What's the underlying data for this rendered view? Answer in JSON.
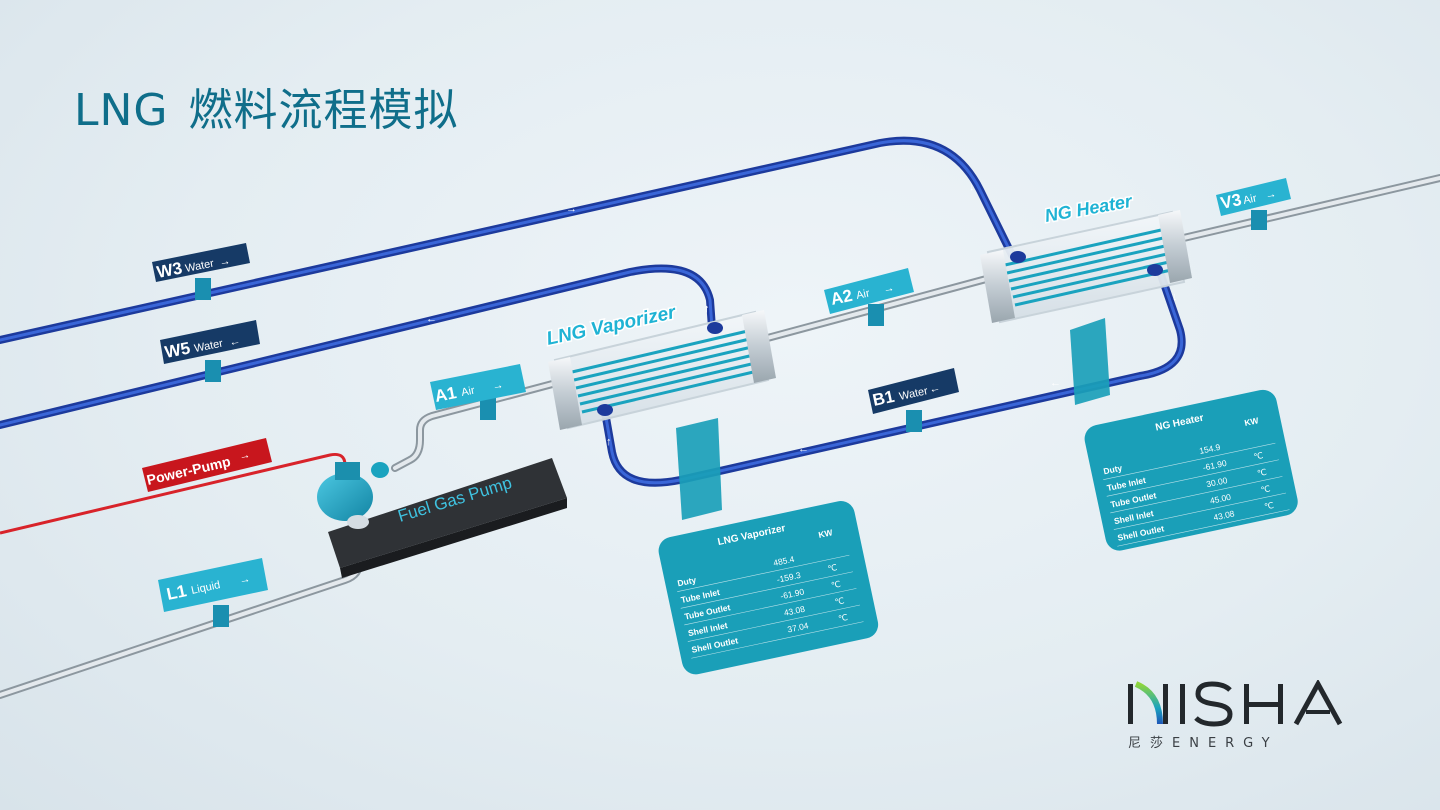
{
  "title": {
    "main": "LNG",
    "sub": "燃料流程模拟"
  },
  "equipment": {
    "vaporizer": "LNG Vaporizer",
    "heater": "NG Heater",
    "pump": "Fuel Gas Pump"
  },
  "tags": {
    "w3": {
      "code": "W3",
      "medium": "Water",
      "arrow": "→"
    },
    "w5": {
      "code": "W5",
      "medium": "Water",
      "arrow": "←"
    },
    "a1": {
      "code": "A1",
      "medium": "Air",
      "arrow": "→"
    },
    "a2": {
      "code": "A2",
      "medium": "Air",
      "arrow": "→"
    },
    "v3": {
      "code": "V3",
      "medium": "Air",
      "arrow": "→"
    },
    "b1": {
      "code": "B1",
      "medium": "Water",
      "arrow": "←"
    },
    "l1": {
      "code": "L1",
      "medium": "Liquid",
      "arrow": "→"
    },
    "power": {
      "label": "Power-Pump",
      "arrow": "→"
    }
  },
  "vaporizer_card": {
    "title": "LNG Vaporizer",
    "unit_header": "KW",
    "rows": [
      {
        "label": "Duty",
        "value": "485.4",
        "unit": ""
      },
      {
        "label": "Tube Inlet",
        "value": "-159.3",
        "unit": "℃"
      },
      {
        "label": "Tube Outlet",
        "value": "-61.90",
        "unit": "℃"
      },
      {
        "label": "Shell Inlet",
        "value": "43.08",
        "unit": "℃"
      },
      {
        "label": "Shell Outlet",
        "value": "37.04",
        "unit": "℃"
      }
    ]
  },
  "heater_card": {
    "title": "NG Heater",
    "unit_header": "KW",
    "rows": [
      {
        "label": "Duty",
        "value": "154.9",
        "unit": ""
      },
      {
        "label": "Tube Inlet",
        "value": "-61.90",
        "unit": "℃"
      },
      {
        "label": "Tube Outlet",
        "value": "30.00",
        "unit": "℃"
      },
      {
        "label": "Shell Inlet",
        "value": "45.00",
        "unit": "℃"
      },
      {
        "label": "Shell Outlet",
        "value": "43.08",
        "unit": "℃"
      }
    ]
  },
  "logo": {
    "name": "NISHA",
    "subtitle": "尼莎ENERGY"
  },
  "colors": {
    "accent": "#1aa3bf",
    "water_pipe": "#2849b8",
    "power_line": "#d8232a",
    "dark_tag": "#163a66",
    "title": "#0f6e8a"
  }
}
